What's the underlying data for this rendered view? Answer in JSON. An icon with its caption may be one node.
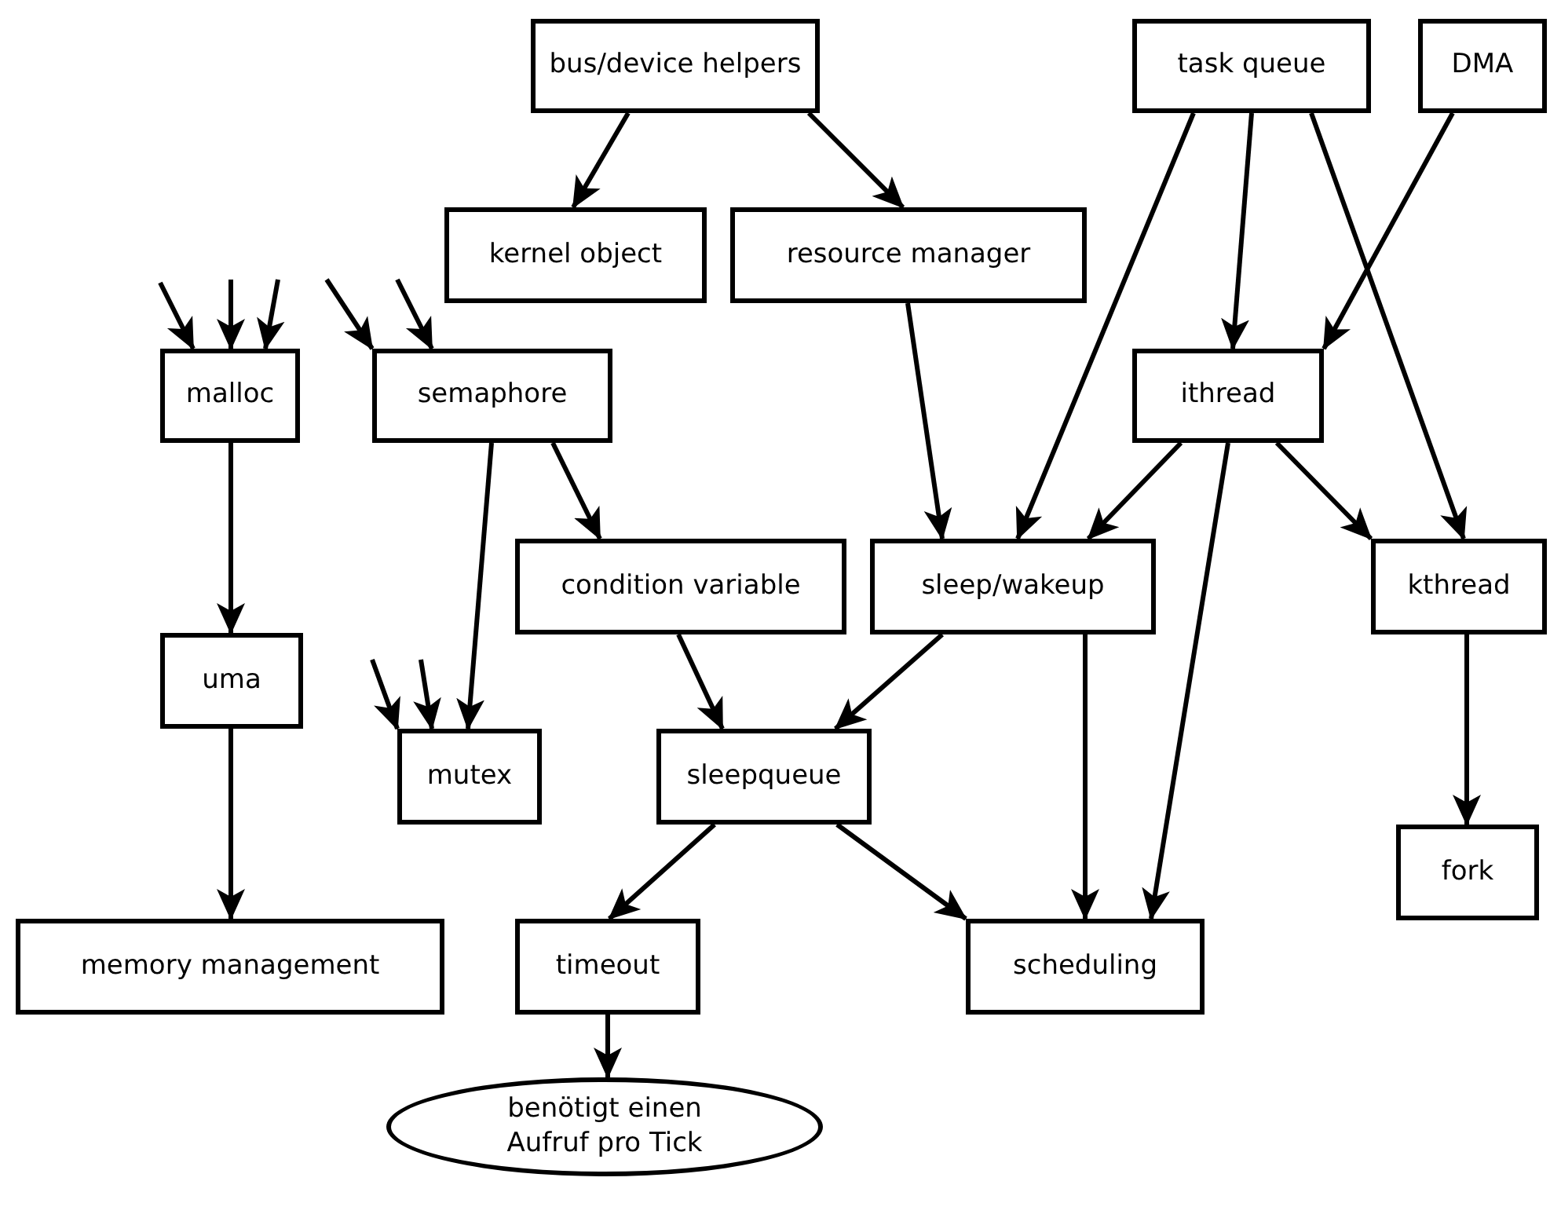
{
  "diagram": {
    "nodes": [
      {
        "text": [
          "bus/device helpers"
        ]
      },
      {
        "text": [
          "task queue"
        ]
      },
      {
        "text": [
          "DMA"
        ]
      },
      {
        "text": [
          "kernel object"
        ]
      },
      {
        "text": [
          "resource manager"
        ]
      },
      {
        "text": [
          "malloc"
        ]
      },
      {
        "text": [
          "semaphore"
        ]
      },
      {
        "text": [
          "ithread"
        ]
      },
      {
        "text": [
          "condition variable"
        ]
      },
      {
        "text": [
          "sleep/wakeup"
        ]
      },
      {
        "text": [
          "kthread"
        ]
      },
      {
        "text": [
          "uma"
        ]
      },
      {
        "text": [
          "mutex"
        ]
      },
      {
        "text": [
          "sleepqueue"
        ]
      },
      {
        "text": [
          "fork"
        ]
      },
      {
        "text": [
          "memory management"
        ]
      },
      {
        "text": [
          "timeout"
        ]
      },
      {
        "text": [
          "scheduling"
        ]
      },
      {
        "text": [
          "benötigt einen Aufruf pro Tick"
        ]
      }
    ],
    "edges": [
      {
        "from": 0,
        "to": 3,
        "arrow": "to"
      },
      {
        "from": 0,
        "to": 4,
        "arrow": "to"
      },
      {
        "from": 1,
        "to": 9,
        "arrow": "to"
      },
      {
        "from": 1,
        "to": 7,
        "arrow": "to"
      },
      {
        "from": 1,
        "to": 10,
        "arrow": "to"
      },
      {
        "from": 2,
        "to": 7,
        "arrow": "to"
      },
      {
        "from": 4,
        "to": 9,
        "arrow": "to"
      },
      {
        "from": 7,
        "to": 9,
        "arrow": "to"
      },
      {
        "from": 7,
        "to": 10,
        "arrow": "to"
      },
      {
        "from": 7,
        "to": 17,
        "arrow": "to"
      },
      {
        "from": 5,
        "to": 11,
        "arrow": "to"
      },
      {
        "from": 11,
        "to": 15,
        "arrow": "to"
      },
      {
        "from": 6,
        "to": 8,
        "arrow": "to"
      },
      {
        "from": 6,
        "to": 12,
        "arrow": "to"
      },
      {
        "from": 8,
        "to": 13,
        "arrow": "to"
      },
      {
        "from": 9,
        "to": 13,
        "arrow": "to"
      },
      {
        "from": 9,
        "to": 17,
        "arrow": "to"
      },
      {
        "from": 13,
        "to": 16,
        "arrow": "to"
      },
      {
        "from": 13,
        "to": 17,
        "arrow": "to"
      },
      {
        "from": 10,
        "to": 14,
        "arrow": "to"
      },
      {
        "from": 16,
        "to": 18,
        "arrow": "to"
      },
      {
        "from": null,
        "to": 5,
        "arrow": "to"
      },
      {
        "from": null,
        "to": 5,
        "arrow": "to"
      },
      {
        "from": null,
        "to": 5,
        "arrow": "to"
      },
      {
        "from": null,
        "to": 6,
        "arrow": "to"
      },
      {
        "from": null,
        "to": 6,
        "arrow": "to"
      },
      {
        "from": null,
        "to": 12,
        "arrow": "to"
      },
      {
        "from": null,
        "to": 12,
        "arrow": "to"
      }
    ]
  }
}
